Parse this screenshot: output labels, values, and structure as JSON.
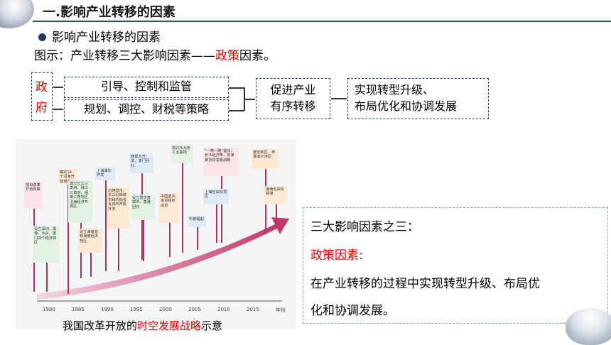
{
  "header": {
    "title": "一.影响产业转移的因素"
  },
  "bullet": {
    "text": "影响产业转移的因素"
  },
  "caption": {
    "prefix": "图示：产业转移三大影响因素——",
    "highlight": "政策",
    "suffix": "因素。"
  },
  "diagram": {
    "gov_char_1": "政",
    "gov_char_2": "府",
    "role_1": "引导、控制和监管",
    "role_2": "规划、调控、财税等策略",
    "middle_line_1": "促进产业",
    "middle_line_2": "有序转移",
    "result_line_1": "实现转型升级、",
    "result_line_2": "布局优化和协调发展"
  },
  "timeline": {
    "years": [
      "1980",
      "1985",
      "1990",
      "1995",
      "2000",
      "2005",
      "2010",
      "2015",
      "年份"
    ],
    "events": [
      "提出改革开放政策",
      "设立深圳、珠海、汕头、厦门四个经济特区",
      "确定14个沿海开放城市",
      "建立长江三角洲、珠江三角洲、闽南三角地区沿海经济开放区",
      "设立海南省和海南经济特区",
      "上海浦东开发",
      "边境城市、长江沿岸城市和内陆省会城市开放开发",
      "西部大开发，澳门回归",
      "设立重庆直辖市，香港回归",
      "中国成为世贸组织成员",
      "振兴东北老工业基地",
      "中部崛起",
      "“一带一路”倡议，长江经济带，京津冀协同发展战略",
      "上海自由贸易区",
      "雄安新区、粤港澳大湾区",
      "海南自由贸易港"
    ],
    "caption_prefix": "我国改革开放的",
    "caption_highlight": "时空发展战略",
    "caption_suffix": "示意"
  },
  "info": {
    "line_1": "三大影响因素之三：",
    "line_2": "政策因素:",
    "line_3": "在产业转移的过程中实现转型升级、布局优",
    "line_4": "化和协调发展。"
  }
}
